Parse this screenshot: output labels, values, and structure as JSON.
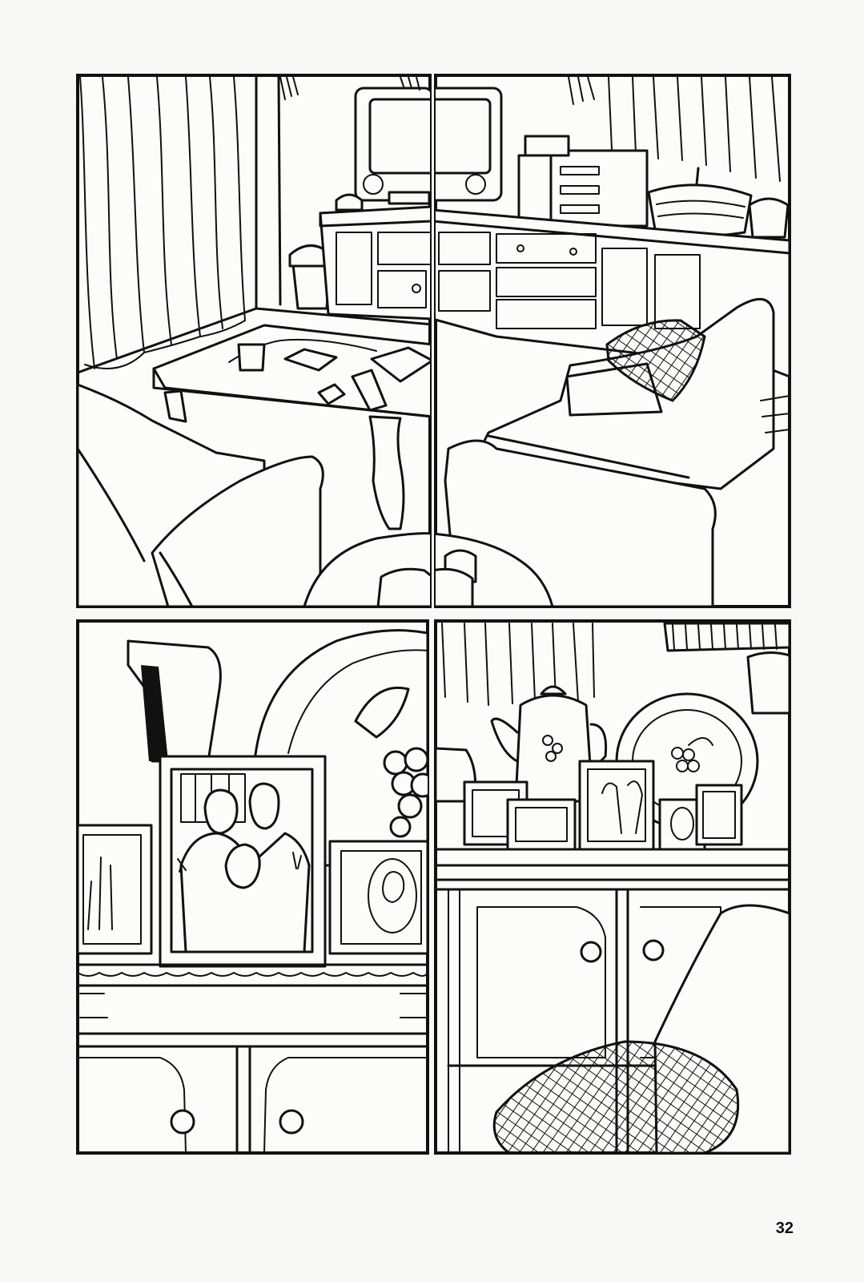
{
  "page": {
    "number": "32"
  },
  "panels": [
    {
      "id": "panel-1",
      "subject": "living-room-left"
    },
    {
      "id": "panel-2",
      "subject": "living-room-right"
    },
    {
      "id": "panel-3",
      "subject": "family-photo-closeup"
    },
    {
      "id": "panel-4",
      "subject": "sideboard-with-frames"
    }
  ],
  "colors": {
    "ink": "#111111",
    "paper": "#f8f8f6"
  }
}
